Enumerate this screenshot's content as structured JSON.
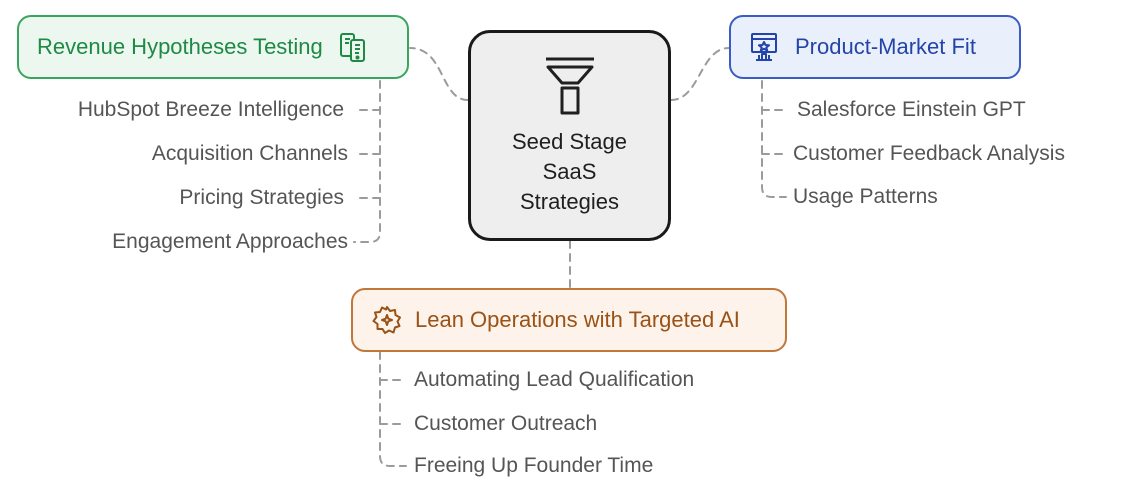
{
  "center": {
    "title_lines": [
      "Seed Stage",
      "SaaS",
      "Strategies"
    ]
  },
  "branches": {
    "revenue": {
      "label": "Revenue Hypotheses Testing",
      "color": "#3aa55d",
      "icon": "mobile-devices-icon",
      "items": [
        "HubSpot Breeze Intelligence",
        "Acquisition Channels",
        "Pricing Strategies",
        "Engagement Approaches"
      ]
    },
    "pmf": {
      "label": "Product-Market Fit",
      "color": "#3a5cc4",
      "icon": "presentation-board-icon",
      "items": [
        "Salesforce Einstein GPT",
        "Customer Feedback Analysis",
        "Usage Patterns"
      ]
    },
    "lean": {
      "label": "Lean Operations with Targeted AI",
      "color": "#c1763a",
      "icon": "sparkle-gear-icon",
      "items": [
        "Automating Lead Qualification",
        "Customer Outreach",
        "Freeing Up Founder Time"
      ]
    }
  }
}
